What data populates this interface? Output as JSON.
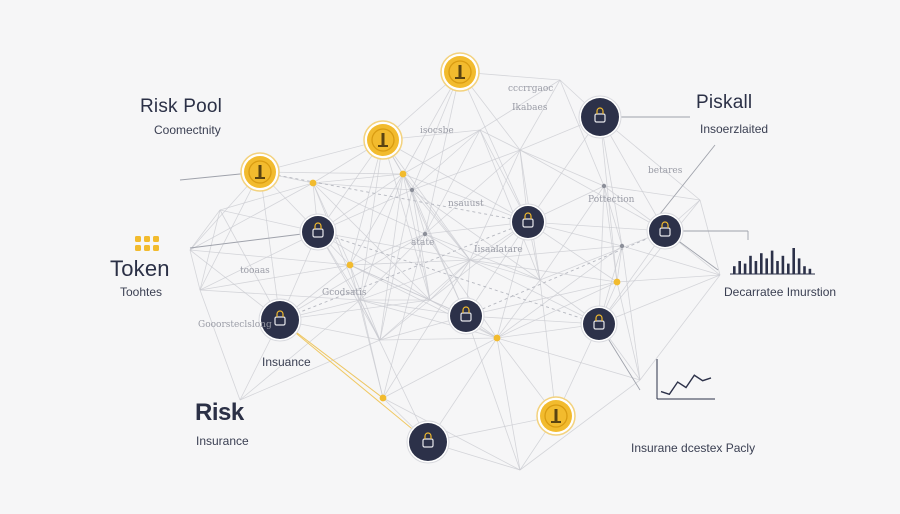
{
  "labels": {
    "risk_pool_title": "Risk Pool",
    "risk_pool_sub": "Coomectnity",
    "piskall_title": "Piskall",
    "piskall_sub": "Insoerzlaited",
    "token_title": "Token",
    "token_sub": "Toohtes",
    "insurance_label": "Insuance",
    "risk_title": "Risk",
    "risk_sub": "Insurance",
    "decarratee_label": "Decarratee Imurstion",
    "insurane_label": "Insurane dcestex Pacly"
  },
  "faint_labels": {
    "ccrrgaoc": "cccrrgaoc",
    "ikabaes": "Ikabaes",
    "isocsbe": "isocsbe",
    "betares": "betares",
    "pottection": "Pottection",
    "nsaust": "nsauust",
    "atate": "atate",
    "tooaas": "tooaas",
    "iisaalatare": "Iisaalatare",
    "goodsatis": "Gcodsatis",
    "goorsteci": "Gooorsteclslong"
  },
  "colors": {
    "navy": "#2c3149",
    "gold": "#f2bb2e",
    "line": "#c9cad0",
    "text": "#2b3046"
  },
  "icons": {
    "node_dark": "lock-icon",
    "node_gold": "coin-icon",
    "token_grid": "dot-grid-icon",
    "bar_chart": "bar-chart-icon",
    "line_chart": "line-chart-icon"
  },
  "bar_chart_values": [
    0.3,
    0.5,
    0.4,
    0.7,
    0.5,
    0.8,
    0.6,
    0.9,
    0.5,
    0.7,
    0.4,
    1.0,
    0.6,
    0.3,
    0.2
  ],
  "line_chart_values": [
    0.2,
    0.1,
    0.55,
    0.35,
    0.8,
    0.6,
    0.7
  ]
}
